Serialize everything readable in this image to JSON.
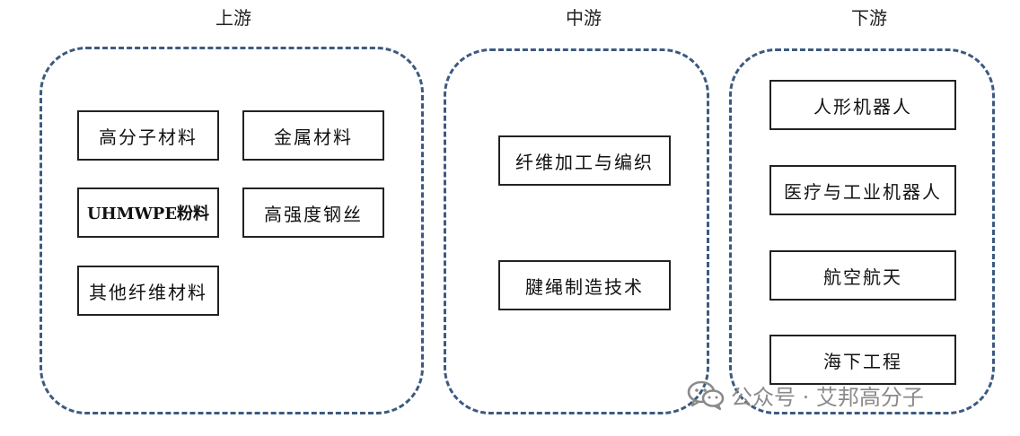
{
  "columns": {
    "upstream": {
      "title": "上游",
      "items": [
        "高分子材料",
        "金属材料",
        "UHMWPE粉料",
        "高强度钢丝",
        "其他纤维材料"
      ]
    },
    "midstream": {
      "title": "中游",
      "items": [
        "纤维加工与编织",
        "腱绳制造技术"
      ]
    },
    "downstream": {
      "title": "下游",
      "items": [
        "人形机器人",
        "医疗与工业机器人",
        "航空航天",
        "海下工程"
      ]
    }
  },
  "watermark": {
    "text": "公众号 · 艾邦高分子",
    "icon": "wechat-icon"
  },
  "colors": {
    "dashed_border": "#3c5a80",
    "box_border": "#222222",
    "watermark": "#8a8a8a"
  }
}
